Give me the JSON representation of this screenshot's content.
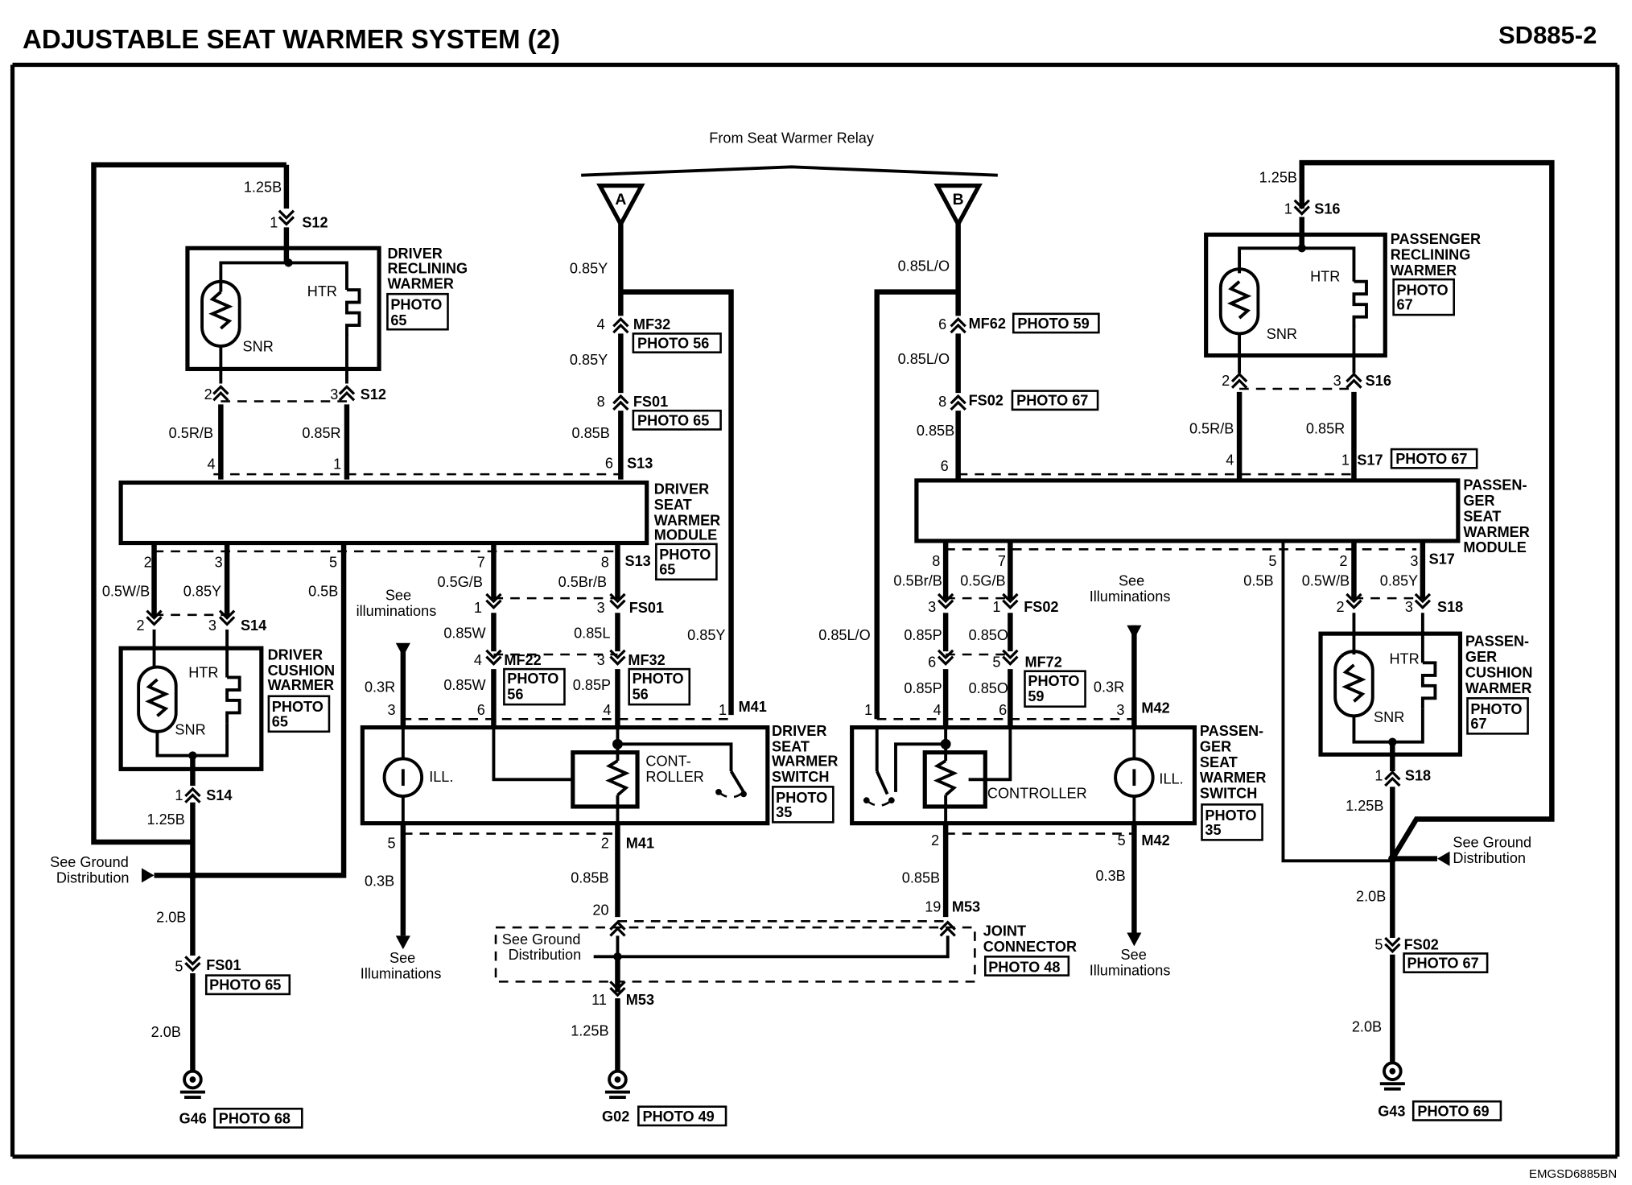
{
  "header": {
    "title": "ADJUSTABLE SEAT WARMER SYSTEM (2)",
    "code": "SD885-2",
    "footer": "EMGSD6885BN"
  },
  "labels": {
    "relay_from": "From Seat Warmer Relay",
    "conn_a": "A",
    "conn_b": "B",
    "htr": "HTR",
    "snr": "SNR",
    "ill": "ILL.",
    "controller": "CONTROLLER",
    "cont": "CONT-",
    "roller": "ROLLER",
    "see": "See",
    "illuminations": "Illuminations",
    "illuminations_lc": "illuminations",
    "see_ground": "See Ground",
    "distribution": "Distribution",
    "joint1": "JOINT",
    "joint2": "CONNECTOR"
  },
  "components": {
    "drv_recl": [
      "DRIVER",
      "RECLINING",
      "WARMER"
    ],
    "drv_module": [
      "DRIVER",
      "SEAT",
      "WARMER",
      "MODULE"
    ],
    "drv_cush": [
      "DRIVER",
      "CUSHION",
      "WARMER"
    ],
    "drv_switch": [
      "DRIVER",
      "SEAT",
      "WARMER",
      "SWITCH"
    ],
    "pas_recl": [
      "PASSENGER",
      "RECLINING",
      "WARMER"
    ],
    "pas_module": [
      "PASSEN-",
      "GER",
      "SEAT",
      "WARMER",
      "MODULE"
    ],
    "pas_cush": [
      "PASSEN-",
      "GER",
      "CUSHION",
      "WARMER"
    ],
    "pas_switch": [
      "PASSEN-",
      "GER",
      "SEAT",
      "WARMER",
      "SWITCH"
    ]
  },
  "photos": {
    "p65": [
      "PHOTO",
      "65"
    ],
    "p56": [
      "PHOTO",
      "56"
    ],
    "p67": [
      "PHOTO",
      "67"
    ],
    "p59": [
      "PHOTO",
      "59"
    ],
    "p35": [
      "PHOTO",
      "35"
    ],
    "p56_inline": "PHOTO 56",
    "p65_inline": "PHOTO 65",
    "p59_inline": "PHOTO 59",
    "p67_inline": "PHOTO 67",
    "p48_inline": "PHOTO 48",
    "p68_inline": "PHOTO 68",
    "p49_inline": "PHOTO 49",
    "p69_inline": "PHOTO 69"
  },
  "connectors": {
    "S12": "S12",
    "S13": "S13",
    "S14": "S14",
    "S16": "S16",
    "S17": "S17",
    "S18": "S18",
    "MF32": "MF32",
    "MF22": "MF22",
    "MF62": "MF62",
    "MF72": "MF72",
    "FS01": "FS01",
    "FS02": "FS02",
    "M41": "M41",
    "M42": "M42",
    "M53": "M53",
    "G46": "G46",
    "G02": "G02",
    "G43": "G43"
  },
  "wires": {
    "w125B": "1.25B",
    "w085Y": "0.85Y",
    "w085B": "0.85B",
    "w05RB": "0.5R/B",
    "w085R": "0.85R",
    "w05WB": "0.5W/B",
    "w05B": "0.5B",
    "w05GB": "0.5G/B",
    "w05BrB": "0.5Br/B",
    "w085W": "0.85W",
    "w085L": "0.85L",
    "w085P": "0.85P",
    "w03R": "0.3R",
    "w03B": "0.3B",
    "w20B": "2.0B",
    "w085LO": "0.85L/O",
    "w085O": "0.85O"
  },
  "pins": {
    "p1": "1",
    "p2": "2",
    "p3": "3",
    "p4": "4",
    "p5": "5",
    "p6": "6",
    "p7": "7",
    "p8": "8",
    "p11": "11",
    "p19": "19",
    "p20": "20"
  }
}
